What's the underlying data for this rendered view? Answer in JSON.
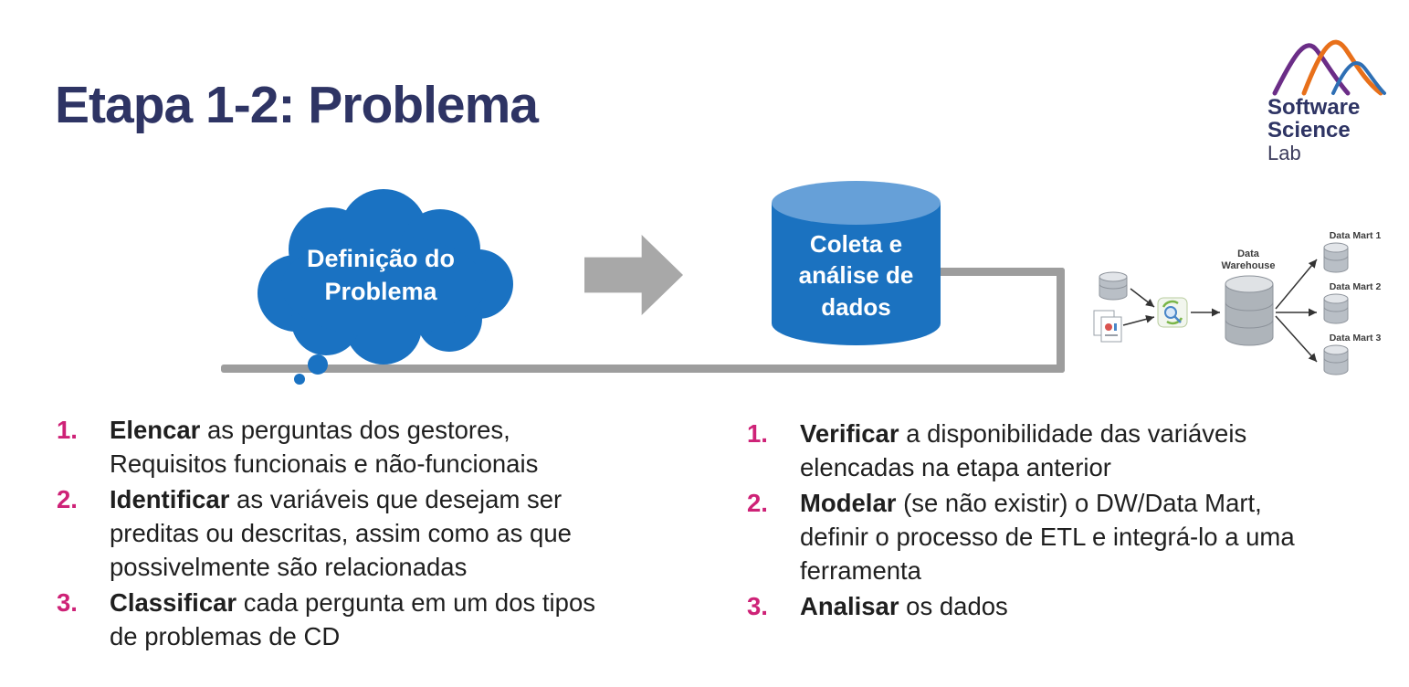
{
  "title": "Etapa 1-2: Problema",
  "logo": {
    "line1": "Software",
    "line2": "Science",
    "line3": "Lab"
  },
  "diagram": {
    "cloud_label": "Definição do\nProblema",
    "cylinder_label": "Coleta e\nanálise de\ndados",
    "warehouse_label": "Data Warehouse",
    "data_marts": [
      "Data Mart 1",
      "Data Mart 2",
      "Data Mart 3"
    ]
  },
  "lists": {
    "left": [
      {
        "num": "1.",
        "bold": "Elencar",
        "rest": " as perguntas dos gestores,\nRequisitos funcionais e não-funcionais"
      },
      {
        "num": "2.",
        "bold": "Identificar",
        "rest": " as variáveis que desejam ser\npreditas ou descritas, assim como as que\npossivelmente são relacionadas"
      },
      {
        "num": "3.",
        "bold": "Classificar",
        "rest": " cada pergunta em um dos tipos\nde problemas de CD"
      }
    ],
    "right": [
      {
        "num": "1.",
        "bold": "Verificar",
        "rest": " a disponibilidade das variáveis\nelencadas na etapa anterior"
      },
      {
        "num": "2.",
        "bold": "Modelar",
        "rest": " (se não existir) o DW/Data Mart,\ndefinir o processo de ETL e integrá-lo a uma\nferramenta"
      },
      {
        "num": "3.",
        "bold": "Analisar",
        "rest": " os dados"
      }
    ]
  },
  "colors": {
    "title": "#2e3464",
    "accent_magenta": "#ce2277",
    "cloud_blue": "#1b72c0",
    "cylinder_top": "#66a0d8",
    "arrow_gray": "#a8a8a8",
    "connector_gray": "#9d9d9d"
  }
}
